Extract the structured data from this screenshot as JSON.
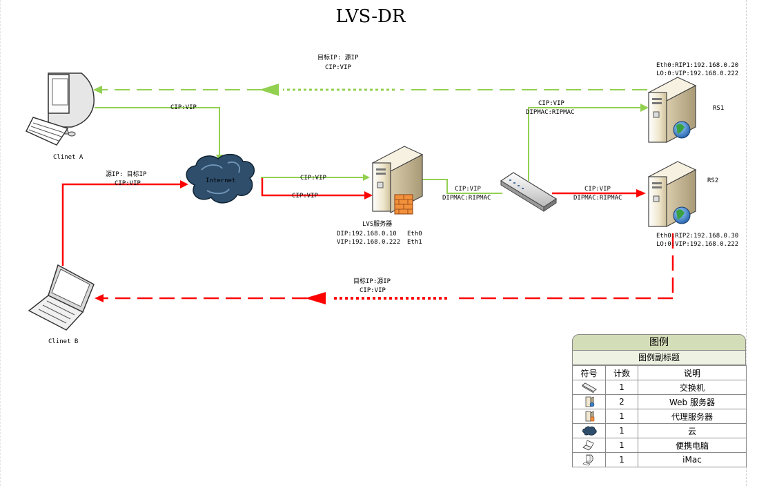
{
  "title": "LVS-DR",
  "nodes": {
    "client_a": "Clinet A",
    "client_b": "Clinet B",
    "internet": "Internet",
    "lvs": "LVS服务器",
    "lvs_dip": "DIP:192.168.0.10",
    "lvs_vip": "VIP:192.168.0.222",
    "lvs_eth0": "Eth0",
    "lvs_eth1": "Eth1",
    "rs1": "RS1",
    "rs1_eth": "Eth0:RIP1:192.168.0.20",
    "rs1_lo": "LO:0:VIP:192.168.0.222",
    "rs2": "RS2",
    "rs2_eth": "Eth0:RIP2:192.168.0.30",
    "rs2_lo": "LO:0:VIP:192.168.0.222"
  },
  "edges": {
    "return_a_1": "目标IP: 源IP",
    "return_a_2": "CIP:VIP",
    "a_to_internet": "CIP:VIP",
    "b_src_1": "源IP: 目标IP",
    "b_src_2": "CIP:VIP",
    "internet_lvs_green": "CIP:VIP",
    "internet_lvs_red": "CIP:VIP",
    "lvs_switch_1": "CIP:VIP",
    "lvs_switch_2": "DIPMAC:RIPMAC",
    "switch_rs1_1": "CIP:VIP",
    "switch_rs1_2": "DIPMAC:RIPMAC",
    "switch_rs2_1": "CIP:VIP",
    "switch_rs2_2": "DIPMAC:RIPMAC",
    "return_b_1": "目标IP:源IP",
    "return_b_2": "CIP:VIP"
  },
  "legend": {
    "title": "图例",
    "subtitle": "图例副标题",
    "headers": [
      "符号",
      "计数",
      "说明"
    ],
    "rows": [
      {
        "icon": "switch-icon",
        "count": "1",
        "desc": "交换机"
      },
      {
        "icon": "web-server-icon",
        "count": "2",
        "desc": "Web 服务器"
      },
      {
        "icon": "proxy-server-icon",
        "count": "1",
        "desc": "代理服务器"
      },
      {
        "icon": "cloud-icon",
        "count": "1",
        "desc": "云"
      },
      {
        "icon": "laptop-icon",
        "count": "1",
        "desc": "便携电脑"
      },
      {
        "icon": "imac-icon",
        "count": "1",
        "desc": "iMac"
      }
    ]
  },
  "colors": {
    "green_flow": "#92d050",
    "red_flow": "#ff0000",
    "cloud": "#2d4f6e",
    "server_body": "#f1e7d0",
    "legend_header": "#d3ddb8"
  }
}
